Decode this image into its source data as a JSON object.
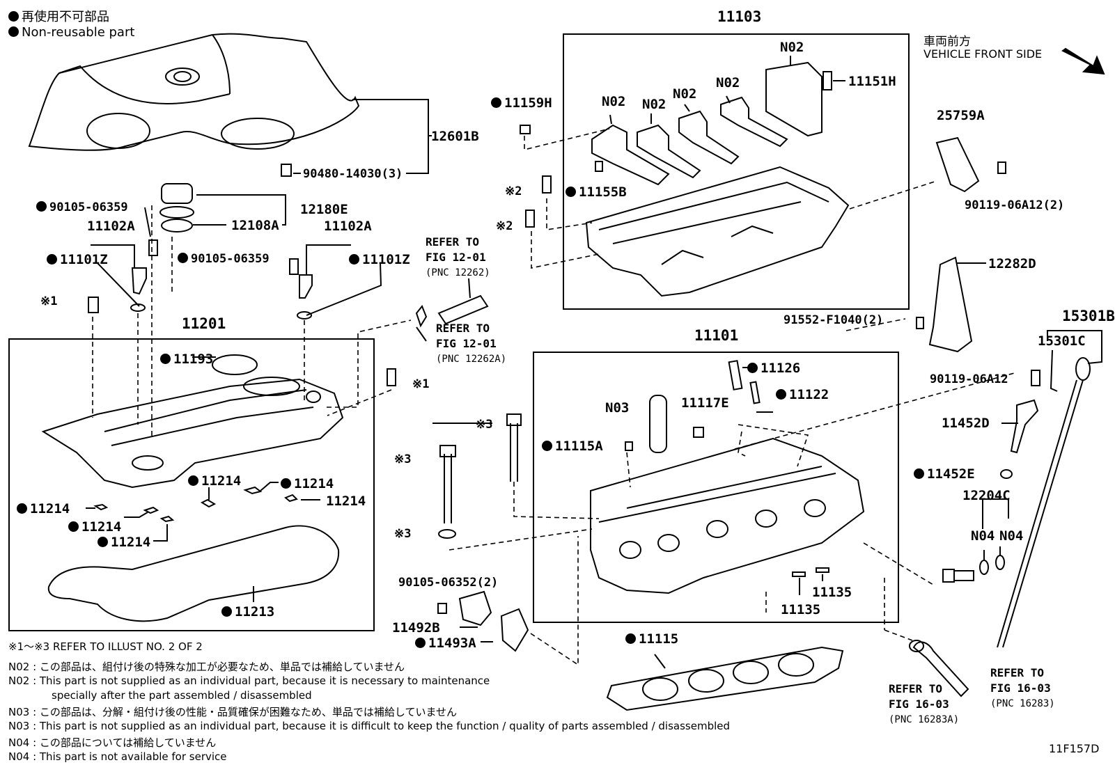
{
  "legend": {
    "line1": "再使用不可部品",
    "line2": "Non-reusable part"
  },
  "vehicle_front": {
    "jp": "車両前方",
    "en": "VEHICLE FRONT SIDE"
  },
  "headers": {
    "h11103": "11103",
    "h11201": "11201",
    "h11101": "11101",
    "h15301B": "15301B"
  },
  "parts": {
    "p12601B": "12601B",
    "p90480": "90480-14030(3)",
    "p12180E": "12180E",
    "p12108A": "12108A",
    "p90105_a": "90105-06359",
    "p11102A_l": "11102A",
    "p11101Z_l": "11101Z",
    "p90105_b": "90105-06359",
    "p11102A_r": "11102A",
    "p11101Z_r": "11101Z",
    "p11159H": "11159H",
    "p11155B": "11155B",
    "p11151H": "11151H",
    "n02_a": "N02",
    "n02_b": "N02",
    "n02_c": "N02",
    "n02_d": "N02",
    "n02_e": "N02",
    "p25759A": "25759A",
    "p90119_a": "90119-06A12(2)",
    "p12282D": "12282D",
    "p91552": "91552-F1040(2)",
    "p15301C": "15301C",
    "p90119_b": "90119-06A12",
    "p11452D": "11452D",
    "p11452E": "11452E",
    "p12204C": "12204C",
    "n04_a": "N04",
    "n04_b": "N04",
    "p11193": "11193",
    "p11214_a": "11214",
    "p11214_b": "11214",
    "p11214_c": "11214",
    "p11214_d": "11214",
    "p11214_e": "11214",
    "p11214_f": "11214",
    "p11213": "11213",
    "p11126": "11126",
    "p11122": "11122",
    "n03": "N03",
    "p11117E": "11117E",
    "p11115A": "11115A",
    "p11135_a": "11135",
    "p11135_b": "11135",
    "p90105_c": "90105-06352(2)",
    "p11492B": "11492B",
    "p11493A": "11493A",
    "p11115": "11115"
  },
  "marks": {
    "x1_a": "※1",
    "x1_b": "※1",
    "x2_a": "※2",
    "x2_b": "※2",
    "x3_a": "※3",
    "x3_b": "※3",
    "x3_c": "※3"
  },
  "refs": {
    "r1_l1": "REFER TO",
    "r1_l2": "FIG 12-01",
    "r1_l3": "(PNC 12262)",
    "r2_l1": "REFER TO",
    "r2_l2": "FIG 12-01",
    "r2_l3": "(PNC 12262A)",
    "r3_l1": "REFER TO",
    "r3_l2": "FIG 16-03",
    "r3_l3": "(PNC 16283A)",
    "r4_l1": "REFER TO",
    "r4_l2": "FIG 16-03",
    "r4_l3": "(PNC 16283)"
  },
  "notes": {
    "n0": "※1～※3  REFER TO ILLUST NO. 2 OF 2",
    "n1": "N02 : この部品は、組付け後の特殊な加工が必要なため、単品では補給していません",
    "n2": "N02 : This part is not supplied as an individual part, because it is necessary to maintenance",
    "n3": "specially after the part assembled / disassembled",
    "n4": "N03 : この部品は、分解・組付け後の性能・品質確保が困難なため、単品では補給していません",
    "n5": "N03 : This part is not supplied as an individual part, because it is difficult to keep the function / quality of parts  assembled / disassembled",
    "n6": "N04 : この部品については補給していません",
    "n7": "N04 : This part is not available for service"
  },
  "figure_id": "11F157D"
}
